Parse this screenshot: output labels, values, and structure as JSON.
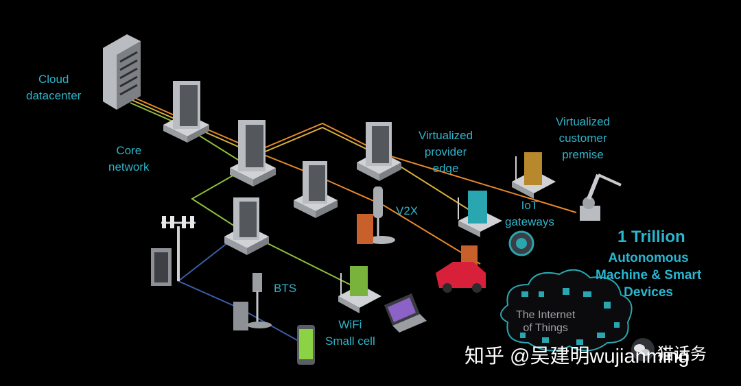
{
  "labels": {
    "cloud": "Cloud\ndatacenter",
    "core": "Core\nnetwork",
    "vpe": "Virtualized\nprovider\nedge",
    "vcp": "Virtualized\ncustomer\npremise",
    "v2x": "V2X",
    "iot": "IoT\ngateways",
    "bts": "BTS",
    "wifi": "WiFi\nSmall cell",
    "cloud_text": "The Internet\nof Things"
  },
  "headline": {
    "count": "1 Trillion",
    "subtitle": "Autonomous\nMachine & Smart\nDevices"
  },
  "watermark": {
    "site": "知乎 @吴建明wujianming",
    "overlay": "猫话务"
  },
  "colors": {
    "label": "#2fb3c8",
    "headline": "#29b6d1",
    "orange_link": "#e8892a",
    "yellow_link": "#d9b23a",
    "green_link": "#8fbf3a",
    "blue_link": "#3a5fa8",
    "server_body": "#b9bcc0",
    "teal_box": "#2aa6b0",
    "green_box": "#7ab33b",
    "orange_box": "#c8602c",
    "car": "#d8203a"
  }
}
